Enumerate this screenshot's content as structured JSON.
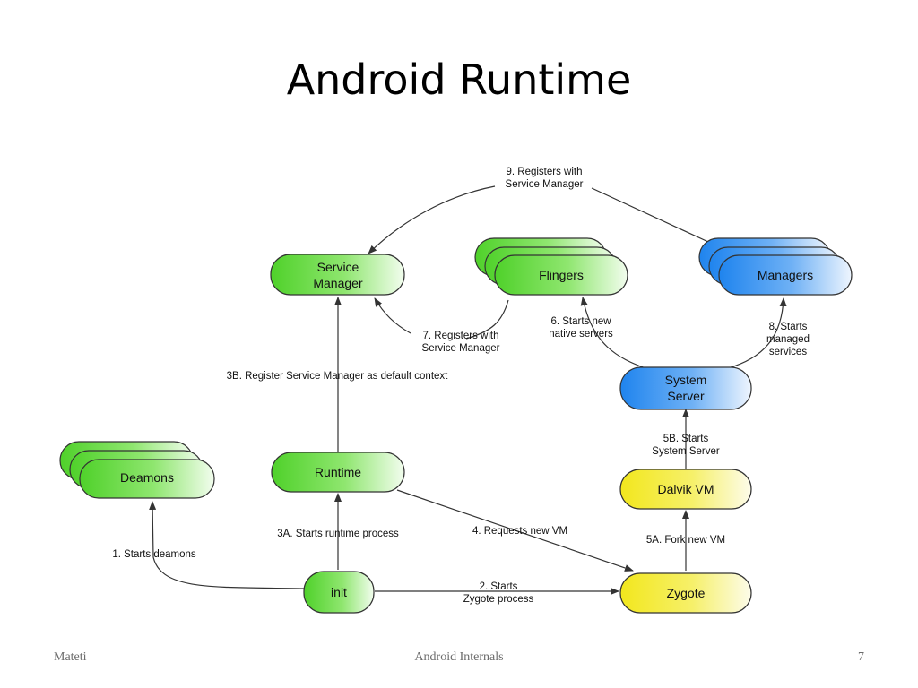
{
  "title": "Android Runtime",
  "footer": {
    "left": "Mateti",
    "center": "Android Internals",
    "page": "7"
  },
  "colors": {
    "green": "#5fd83c",
    "blue": "#2e8ef0",
    "yellow": "#f3ea2c",
    "line": "#333333"
  },
  "nodes": {
    "service_manager": [
      "Service",
      "Manager"
    ],
    "flingers": [
      "Flingers"
    ],
    "managers": [
      "Managers"
    ],
    "system_server": [
      "System",
      "Server"
    ],
    "deamons": [
      "Deamons"
    ],
    "runtime": [
      "Runtime"
    ],
    "dalvik_vm": [
      "Dalvik VM"
    ],
    "init": [
      "init"
    ],
    "zygote": [
      "Zygote"
    ]
  },
  "edges": {
    "e1": [
      "1. Starts deamons"
    ],
    "e2": [
      "2. Starts",
      "Zygote process"
    ],
    "e3a": [
      "3A. Starts runtime process"
    ],
    "e3b": [
      "3B. Register Service Manager as default context"
    ],
    "e4": [
      "4. Requests new VM"
    ],
    "e5a": [
      "5A. Fork new VM"
    ],
    "e5b": [
      "5B. Starts",
      "System Server"
    ],
    "e6": [
      "6. Starts new",
      "native servers"
    ],
    "e7": [
      "7. Registers with",
      "Service Manager"
    ],
    "e8": [
      "8. Starts",
      "managed",
      "services"
    ],
    "e9": [
      "9. Registers with",
      "Service Manager"
    ]
  }
}
